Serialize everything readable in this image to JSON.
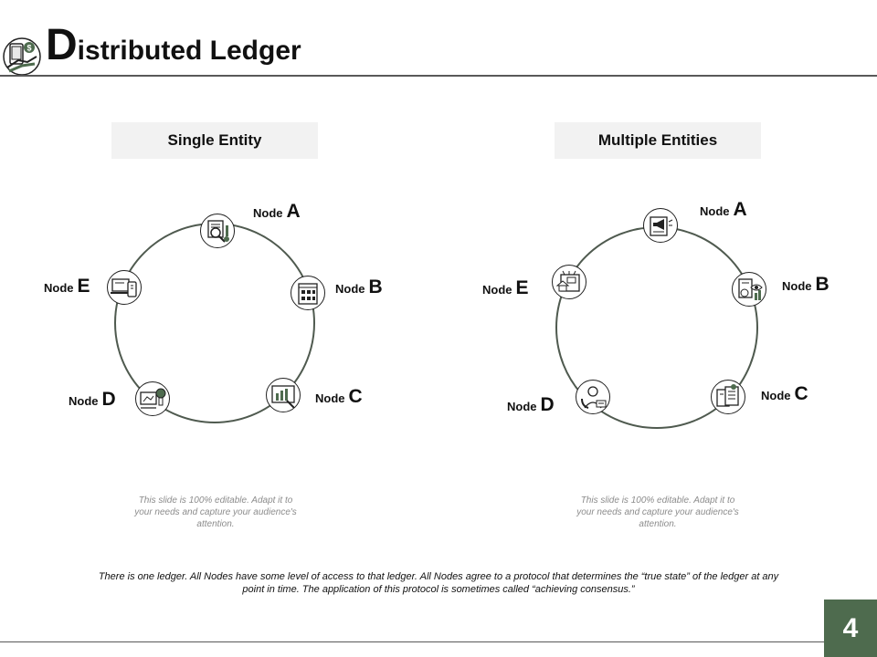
{
  "header": {
    "title_initial": "D",
    "title_rest": "istributed Ledger",
    "icon": "dollar-phone-hand-icon"
  },
  "panels": [
    {
      "label": "Single Entity",
      "nodes": [
        {
          "word": "Node",
          "letter": "A",
          "icon": "search-document-icon"
        },
        {
          "word": "Node",
          "letter": "B",
          "icon": "building-icon"
        },
        {
          "word": "Node",
          "letter": "C",
          "icon": "growth-chart-icon"
        },
        {
          "word": "Node",
          "letter": "D",
          "icon": "idea-screen-icon"
        },
        {
          "word": "Node",
          "letter": "E",
          "icon": "devices-icon"
        }
      ],
      "note": "This slide is 100% editable. Adapt it to your needs and capture your audience's attention."
    },
    {
      "label": "Multiple Entities",
      "nodes": [
        {
          "word": "Node",
          "letter": "A",
          "icon": "megaphone-report-icon"
        },
        {
          "word": "Node",
          "letter": "B",
          "icon": "analytics-eye-icon"
        },
        {
          "word": "Node",
          "letter": "C",
          "icon": "documents-icon"
        },
        {
          "word": "Node",
          "letter": "D",
          "icon": "support-agent-icon"
        },
        {
          "word": "Node",
          "letter": "E",
          "icon": "store-icon"
        }
      ],
      "note": "This slide is 100% editable. Adapt it to your needs and capture your audience's attention."
    }
  ],
  "footer": {
    "text": "There is one ledger. All Nodes have some level of access to that ledger. All Nodes agree to a protocol that determines the “true state” of the ledger at any point in time. The application of this protocol is sometimes called “achieving consensus.”"
  },
  "page_number": "4",
  "colors": {
    "accent": "#4e6b4e",
    "ring": "#4f5a4f",
    "label_bg": "#f2f2f2",
    "rule": "#595959"
  }
}
